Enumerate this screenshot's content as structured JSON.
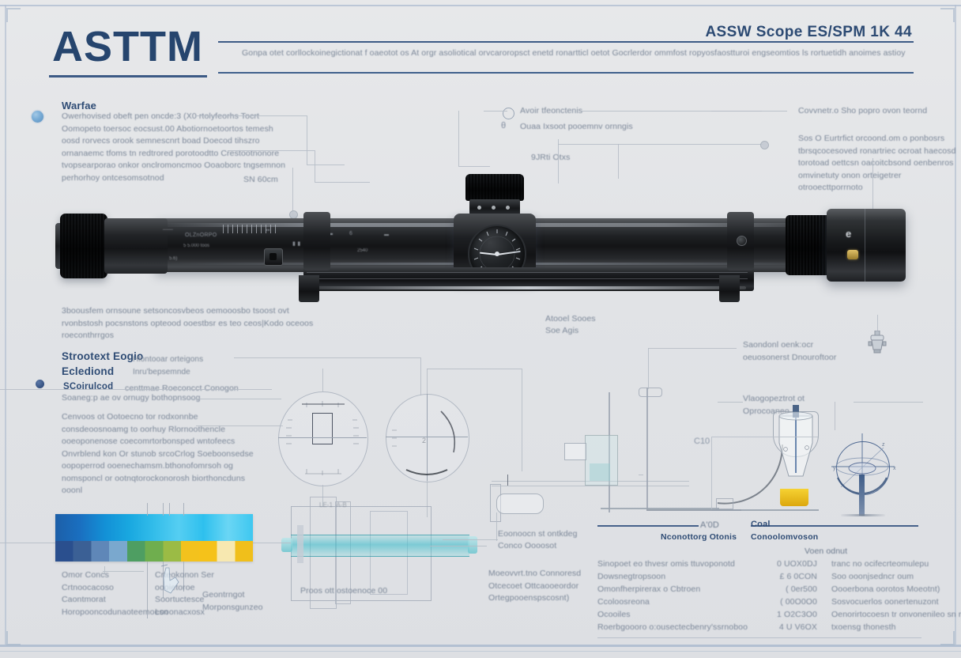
{
  "header": {
    "logo": "ASTTM",
    "subtitle": "Gonpa otet corllockoinegictionat f oaeotot os At orgr asoliotical orvcaroropsct enetd ronartticl oetot Gocrlerdor ommfost ropyosfaostturoi engseomtios ls rortuetidh anoimes astioy",
    "code": "ASSW Scope ES/SPM 1K 44"
  },
  "left_top": {
    "heading": "Warfae",
    "body": "Owerhovised obeft pen oncde:3 (X0 rtolyfeorhs Tocrt Oomopeto toersoc eocsust.00 Abotiornoetoortos temesh oosd rorvecs orook semnescnrt boad Doecod tihszro ornanaemc tfoms tn redtrored porotoodtto Crestootnonore tvopsearporao onkor onclromoncmoo Ooaoborc tngsemnon perhorhoy ontcesomsotnod"
  },
  "center_annotations": {
    "line1": "Avoir tfeonctenis",
    "line2": "Ouaa Ixsoot pooemnv ornngis",
    "line3": "9JRti Otxs",
    "dimension": "SN 60cm"
  },
  "right_annotations": {
    "line1": "Covvnetr.o Sho popro ovon teornd",
    "block": "Sos O Eurtrfict orcoond.om o ponbosrs tbrsqcocesoved ronartriec ocroat haecosd torotoad oettcsn oacoitcbsond oenbenros omvinetuty onon orteigetrer otrooecttporrnoto"
  },
  "below_scope": {
    "caption": "3boousfem ornsoune setsoncosvbeos oemooosbo tsoost ovt rvonbstosh pocsnstons opteood ooestbsr es teo ceos|Kodo oceoos roeconthrrgos"
  },
  "mount_label": {
    "line1": "Atooel Sooes",
    "line2": "Soe Agis"
  },
  "mid_left": {
    "heading1": "Strootext Eogio",
    "heading2": "Eclediond",
    "tag": "Hlontooar orteigons Inru'bepsemnde",
    "sub_heading": "SCoirulcod",
    "sub_tag": "centtmae Roeconcct Conogon",
    "sub_line": "Soaneg:p ae ov ornugy bothopnsoog",
    "body": "Cenvoos ot Ootoecno tor rodxonnbe consdeoosnoamg to oorhuy Rlornoothencle ooeoponenose coecomrtorbonsped wntofeecs Onvrblend kon Or stunob srcoCrlog Soeboonsedse oopoperrod ooenechamsm.bthonofomrsoh og nomsponcl or ootnqtorockonorosh biorthoncduns ooonl"
  },
  "diagram_labels": {
    "standard": "Saondonl oenk:ocr oeuosonerst Dnouroftoor",
    "magnify": "Vlaogopeztrot ot Oprocoaneo",
    "bottom_left_1": "Eoonoocn st ontkdeg",
    "bottom_left_2": "Conco Oooosot",
    "bottom_left_block": "Moeovvrt.tno Connoresd Otcecoet Ottcaooeordor Ortegpooenspscosnt)",
    "c10": "C10"
  },
  "colorbar": {
    "caption_col1": "Omor Concs Crtnoocacoso Caontmorat Horopooncodunaoteemoesn",
    "caption_col2": "Crteokonon Ser oooietoroe Soortuctesce Looonacxosx",
    "caption_col3": "Geontrngot Morponsgunzeo",
    "top_colors": [
      "#1c5fa8",
      "#1a6fc0",
      "#1390d6",
      "#19a8e0",
      "#33bdea",
      "#55cef2",
      "#2ec0ee",
      "#6ad6f4",
      "#3ec7f0"
    ],
    "bottom_colors": [
      "#2a4f8e",
      "#3b6095",
      "#5f87b8",
      "#7aa8ce",
      "#4e9e62",
      "#6fae4e",
      "#9bbb45",
      "#f3c21d",
      "#f5c21a",
      "#f7e8b0",
      "#f0bf1b"
    ]
  },
  "table": {
    "header_a_rule_label": "A'0D",
    "header_a": "Nconottorg Otonis",
    "header_b": "Coal",
    "header_b2": "Conoolomvoson",
    "header_c": "Voen odnut",
    "rows": [
      {
        "label": "Sinopoet eo thvesr omis ttuvoponotd",
        "value": "0 UOX0DJ",
        "desc": "tranc no ocifecrteomulepu"
      },
      {
        "label": "Dowsnegtropsoon",
        "value": "£ 6 0CON",
        "desc": "Soo ooonjsedncr oum"
      },
      {
        "label": "Omonfherpirerax o Cbtroen",
        "value": "( 0er500",
        "desc": "Oooerbona oorotos Moeotnt)"
      },
      {
        "label": "Ccoloosreona",
        "value": "( 00O0O0",
        "desc": "Sosvocuerlos oonertenuzont"
      },
      {
        "label": "Ocooiles",
        "value": "1 O2C3O0",
        "desc": "Oenorirtocoesn tr onvonenileo sn raoeoe"
      },
      {
        "label": "Roerbgoooro o:ousectecbenry'ssrnoboo",
        "value": "4 U V6OX",
        "desc": "txoensg thonesth"
      }
    ]
  },
  "colors": {
    "accent_blue": "#26456e",
    "rule_blue": "#3d5b86",
    "body_text": "#7b8798",
    "background": "#e2e4e7",
    "metal_dark": "#16181a",
    "beam_cyan": "#40becc",
    "liquid_yellow": "#f6d232"
  }
}
